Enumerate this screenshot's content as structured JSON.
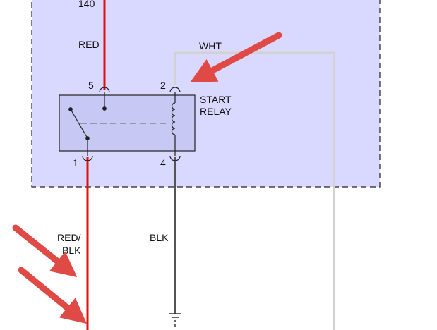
{
  "diagram": {
    "top_wire_number": "140",
    "wire_labels": {
      "red": "RED",
      "wht": "WHT",
      "red_blk_line1": "RED/",
      "red_blk_line2": "BLK",
      "blk": "BLK"
    },
    "pins": {
      "pin5": "5",
      "pin2": "2",
      "pin1": "1",
      "pin4": "4"
    },
    "relay": {
      "name_line1": "START",
      "name_line2": "RELAY"
    },
    "colors": {
      "box_fill": "#d9d9ff",
      "relay_fill": "#c8c8f5",
      "red_wire": "#e01010",
      "blk_wire": "#555555",
      "wht_wire": "#d2d2d2",
      "arrow": "#e04a46",
      "dashed_border": "#222222"
    },
    "icons": {
      "ground": "ground-icon",
      "arrows": "annotation-arrow-icon"
    }
  }
}
